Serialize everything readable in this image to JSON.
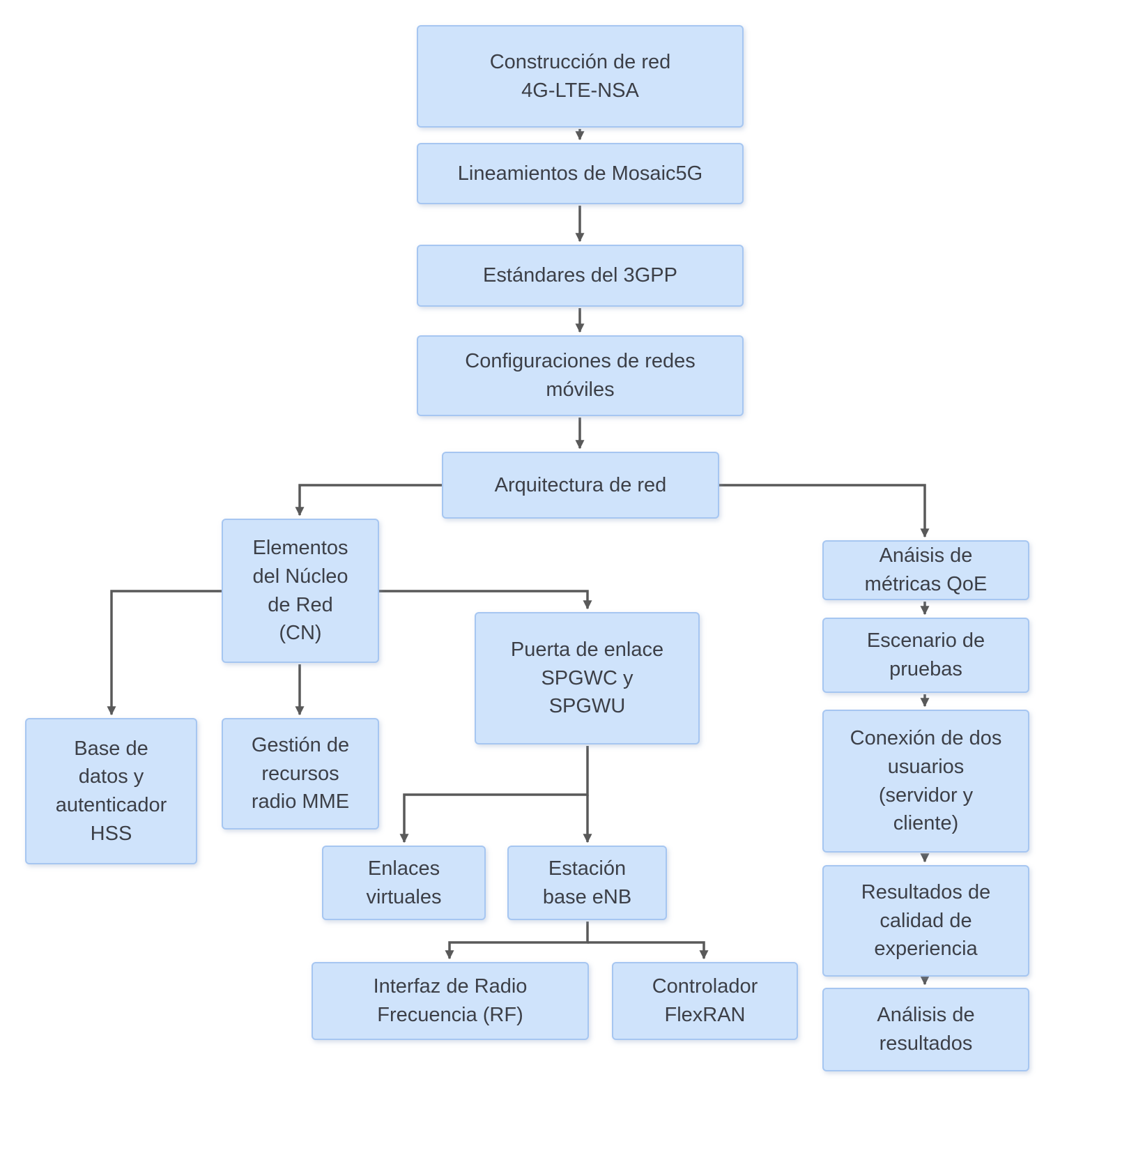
{
  "diagram_title": "Construcción de red 4G-LTE-NSA",
  "colors": {
    "node_fill": "#cfe3fb",
    "node_border": "#a6c6f1",
    "arrow": "#595959",
    "text": "#3c3f47",
    "background": "#ffffff"
  },
  "nodes": {
    "construccion": {
      "label": "Construcción de red\n4G-LTE-NSA"
    },
    "lineamientos": {
      "label": "Lineamientos de Mosaic5G"
    },
    "estandares": {
      "label": "Estándares del 3GPP"
    },
    "configuraciones": {
      "label": "Configuraciones de redes\nmóviles"
    },
    "arquitectura": {
      "label": "Arquitectura de red"
    },
    "nucleo": {
      "label": "Elementos\ndel Núcleo\nde Red\n(CN)"
    },
    "hss": {
      "label": "Base de\ndatos y\nautenticador\nHSS"
    },
    "mme": {
      "label": "Gestión de\nrecursos\nradio MME"
    },
    "spgw": {
      "label": "Puerta de enlace\nSPGWC y\nSPGWU"
    },
    "enlaces": {
      "label": "Enlaces\nvirtuales"
    },
    "enb": {
      "label": "Estación\nbase eNB"
    },
    "rf": {
      "label": "Interfaz de Radio\nFrecuencia (RF)"
    },
    "flexran": {
      "label": "Controlador\nFlexRAN"
    },
    "qoe": {
      "label": "Anáisis de\nmétricas QoE"
    },
    "escenario": {
      "label": "Escenario de\npruebas"
    },
    "conexion": {
      "label": "Conexión de dos\nusuarios\n(servidor y\ncliente)"
    },
    "resultados": {
      "label": "Resultados de\ncalidad de\nexperiencia"
    },
    "analisis": {
      "label": "Análisis de\nresultados"
    }
  }
}
